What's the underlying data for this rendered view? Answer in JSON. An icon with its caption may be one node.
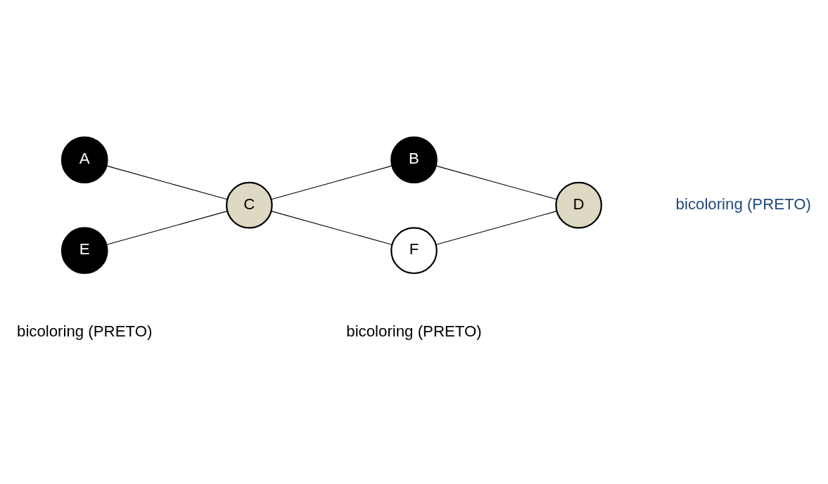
{
  "diagram": {
    "nodes": [
      {
        "text": [
          "A"
        ]
      },
      {
        "text": [
          "B"
        ]
      },
      {
        "text": [
          "C"
        ]
      },
      {
        "text": [
          "D"
        ]
      },
      {
        "text": [
          "E"
        ],
        "beside": [
          "bicoloring (PRETO)"
        ]
      },
      {
        "text": [
          "F"
        ],
        "beside": [
          "bicoloring (PRETO)"
        ]
      }
    ],
    "edges": [
      {
        "from": 0,
        "to": 2,
        "arrow": "none"
      },
      {
        "from": 2,
        "to": 1,
        "arrow": "none"
      },
      {
        "from": 1,
        "to": 3,
        "arrow": "none"
      },
      {
        "from": 4,
        "to": 2,
        "arrow": "none"
      },
      {
        "from": 2,
        "to": 5,
        "arrow": "none"
      },
      {
        "from": 5,
        "to": 3,
        "arrow": "none"
      }
    ],
    "labels": [
      "bicoloring (PRETO)"
    ]
  }
}
